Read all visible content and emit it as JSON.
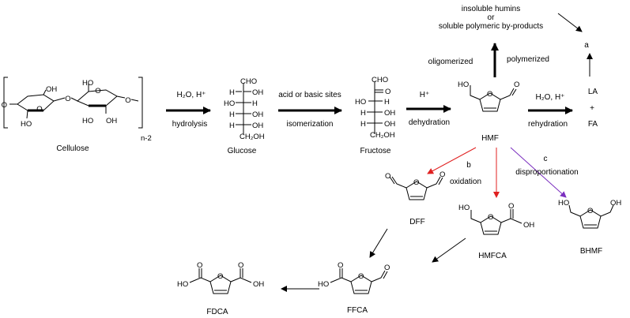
{
  "compounds": {
    "cellulose": "Cellulose",
    "glucose": "Glucose",
    "fructose": "Fructose",
    "hmf": "HMF",
    "dff": "DFF",
    "hmfca": "HMFCA",
    "bhmf": "BHMF",
    "ffca": "FFCA",
    "fdca": "FDCA",
    "la": "LA",
    "plus": "+",
    "fa": "FA",
    "subscript_n": "n-2"
  },
  "arrows": {
    "hydrolysis_reagents": "H₂O, H⁺",
    "hydrolysis": "hydrolysis",
    "isomerization_reagents": "acid or basic sites",
    "isomerization": "isomerization",
    "dehydration_reagent": "H⁺",
    "dehydration": "dehydration",
    "rehydration_reagents": "H₂O, H⁺",
    "rehydration": "rehydration",
    "oligomerized": "oligomerized",
    "polymerized": "polymerized",
    "oxidation": "oxidation",
    "disproportionation": "disproportionation",
    "path_a": "a",
    "path_b": "b",
    "path_c": "c"
  },
  "byproducts": {
    "line1": "insoluble humins",
    "line2": "or",
    "line3": "soluble polymeric by-products"
  },
  "atoms": {
    "cho": "CHO",
    "c_eq_o": "O",
    "h": "H",
    "oh": "OH",
    "ho": "HO",
    "ch2oh": "CH₂OH",
    "o": "O"
  },
  "colors": {
    "ink": "#000000",
    "oxidation_arrow": "#e02020",
    "disproportionation_arrow": "#7b2fbf"
  }
}
